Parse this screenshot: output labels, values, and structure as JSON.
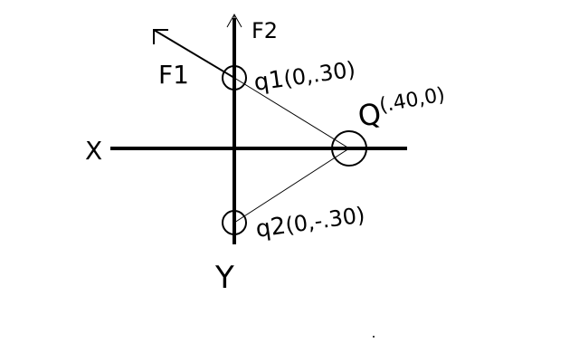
{
  "colors": {
    "background": "#ffffff",
    "ink": "#000000"
  },
  "labels": {
    "x_axis": "X",
    "y_axis": "Y",
    "force_1": "F1",
    "force_2": "F2"
  },
  "charges": {
    "q1": {
      "name": "q1",
      "coords": "(0,.30)"
    },
    "q2": {
      "name": "q2",
      "coords": "(0,-.30)"
    },
    "Q": {
      "name": "Q",
      "coords": "(.40,0)"
    }
  }
}
